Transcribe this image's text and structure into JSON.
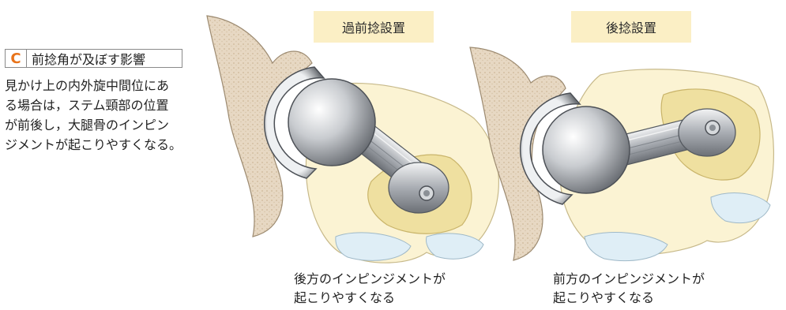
{
  "section": {
    "letter": "C",
    "title": "前捻角が及ぼす影響",
    "accent_color": "#e8731a"
  },
  "description": "見かけ上の内外旋中間位にあ\nる場合は，ステム頸部の位置\nが前後し，大腿骨のインピン\nジメントが起こりやすくなる。",
  "panels": [
    {
      "label": "過前捻設置",
      "caption": "後方のインピンジメントが\n起こりやすくなる"
    },
    {
      "label": "後捻設置",
      "caption": "前方のインピンジメントが\n起こりやすくなる"
    }
  ],
  "colors": {
    "tag_background": "#fbefc5",
    "bone": "#fbf3d3",
    "bone_marrow": "#efe0a0",
    "pelvis": "#e7d8c3",
    "cartilage": "#dfeef6",
    "metal": "#b8bcc2"
  }
}
